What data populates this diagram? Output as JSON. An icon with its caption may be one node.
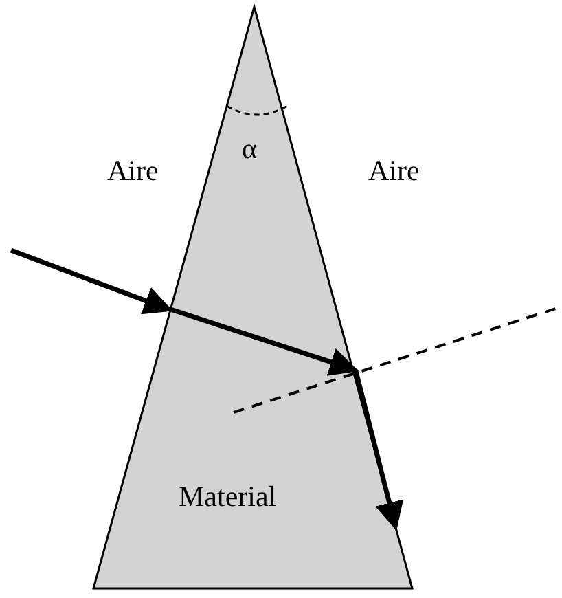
{
  "diagram": {
    "nodes": [
      {
        "text": [
          "Material"
        ]
      }
    ],
    "labels": [
      "Aire",
      "α",
      "Aire"
    ]
  }
}
